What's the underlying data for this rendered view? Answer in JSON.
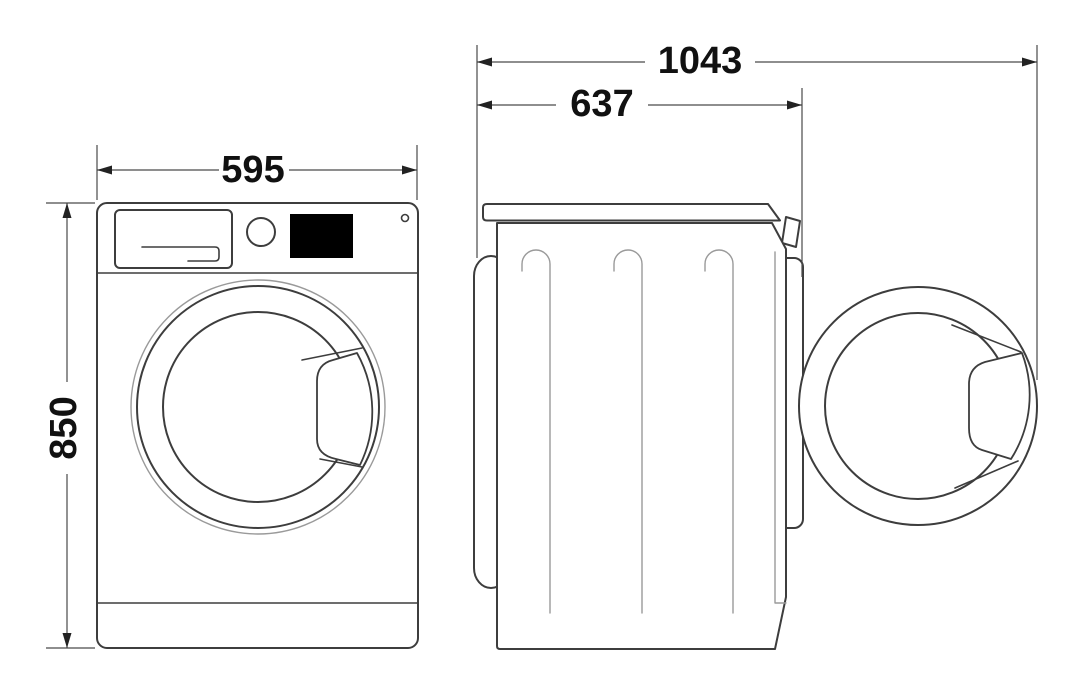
{
  "diagram": {
    "subject": "washing-machine-dimension-drawing",
    "views": [
      "front",
      "side-with-door-open"
    ]
  },
  "front_view": {
    "width": "595",
    "height": "850"
  },
  "side_view": {
    "overall_depth": "1043",
    "body_depth": "637"
  },
  "colors": {
    "background": "#ffffff",
    "outline": "#3d3d3d",
    "light_line": "#9a9a9a",
    "dimension_line": "#4a4a4a",
    "label_text": "#111111",
    "display_fill": "#000000"
  }
}
